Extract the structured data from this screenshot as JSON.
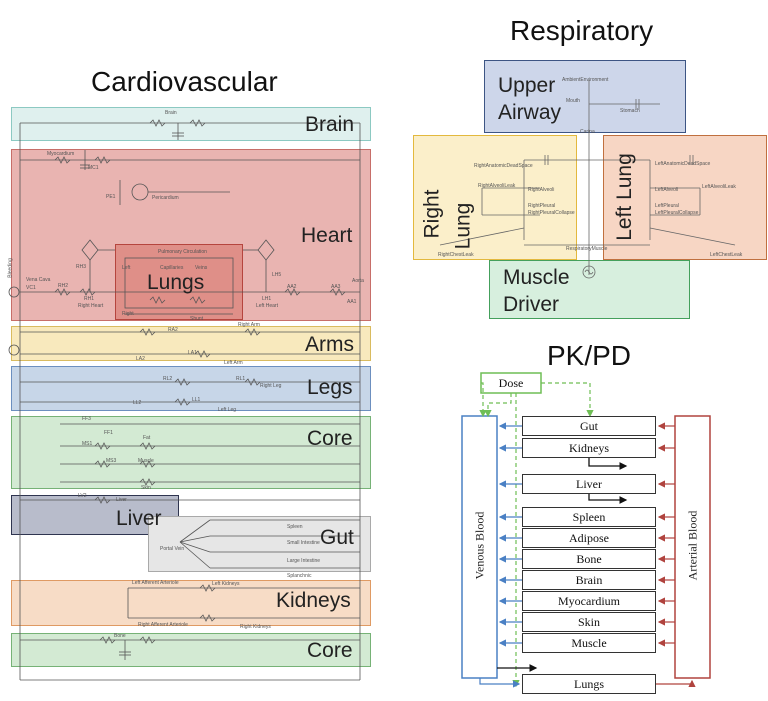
{
  "titles": {
    "cardiovascular": "Cardiovascular",
    "respiratory": "Respiratory",
    "pkpd": "PK/PD"
  },
  "cardio": {
    "regions": {
      "brain": "Brain",
      "heart": "Heart",
      "lungs": "Lungs",
      "arms": "Arms",
      "legs": "Legs",
      "core1": "Core",
      "liver": "Liver",
      "gut": "Gut",
      "kidneys": "Kidneys",
      "core2": "Core"
    },
    "small_labels": {
      "brain": "Brain",
      "myocardium": "Myocardium",
      "mc1": "MC1",
      "pe1": "PE1",
      "pericardium": "Pericardium",
      "pulmonary_circulation": "Pulmonary Circulation",
      "capillaries": "Capillaries",
      "veins": "Veins",
      "left": "Left",
      "right": "Right",
      "shunt": "Shunt",
      "rh3": "RH3",
      "rh2": "RH2",
      "rh1": "RH1",
      "right_heart": "Right Heart",
      "lh5": "LH5",
      "lh1": "LH1",
      "left_heart": "Left Heart",
      "vena_cava": "Vena Cava",
      "vc1": "VC1",
      "aa2": "AA2",
      "aa3": "AA3",
      "aa1": "AA1",
      "aorta": "Aorta",
      "bleeding": "Bleeding",
      "right_arm": "Right Arm",
      "ra2": "RA2",
      "la2": "LA2",
      "la1": "LA1",
      "left_arm": "Left Arm",
      "rl2": "RL2",
      "rl1": "RL1",
      "right_leg": "Right Leg",
      "ll2": "LL2",
      "ll1": "LL1",
      "left_leg": "Left Leg",
      "ff3": "FF3",
      "ff1": "FF1",
      "fat": "Fat",
      "ms1": "MS1",
      "ms3": "MS3",
      "muscle": "Muscle",
      "skin": "Skin",
      "lv2": "LV2",
      "liver_small": "Liver",
      "spleen": "Spleen",
      "small_intestine": "Small Intestine",
      "portal_vein": "Portal Vein",
      "large_intestine": "Large Intestine",
      "splanchnic": "Splanchnic",
      "left_afferent_arteriole": "Left Afferent Arteriole",
      "left_kidneys": "Left Kidneys",
      "right_afferent_arteriole": "Right Afferent Arteriole",
      "right_kidneys": "Right Kidneys",
      "bone": "Bone"
    }
  },
  "respiratory": {
    "upper_airway": [
      "Upper",
      "Airway"
    ],
    "right_lung": [
      "Right",
      "Lung"
    ],
    "left_lung": "Left Lung",
    "muscle_driver": [
      "Muscle",
      "Driver"
    ],
    "small_labels": {
      "ambient_environment": "AmbientEnvironment",
      "mouth": "Mouth",
      "stomach": "Stomach",
      "right_anatomic_dead_space": "RightAnatomicDeadSpace",
      "right_alveoli_leak": "RightAlveoliLeak",
      "right_alveoli": "RightAlveoli",
      "right_pleural_collapse": "RightPleuralCollapse",
      "right_pleural": "RightPleural",
      "right_chest_leak": "RightChestLeak",
      "left_anatomic_dead_space": "LeftAnatomicDeadSpace",
      "left_alveoli": "LeftAlveoli",
      "left_alveoli_leak": "LeftAlveoliLeak",
      "left_pleural_collapse": "LeftPleuralCollapse",
      "left_pleural": "LeftPleural",
      "left_chest_leak": "LeftChestLeak",
      "respiratory_muscle": "RespiratoryMuscle",
      "carina": "Carina"
    }
  },
  "pkpd": {
    "dose": "Dose",
    "venous_blood": "Venous Blood",
    "arterial_blood": "Arterial Blood",
    "organs": [
      "Gut",
      "Kidneys",
      "Liver",
      "Spleen",
      "Adipose",
      "Bone",
      "Brain",
      "Myocardium",
      "Skin",
      "Muscle"
    ],
    "lungs": "Lungs"
  },
  "colors": {
    "brain": "#dff0ee",
    "heart": "#e9b4b1",
    "lungs_box": "#df8f88",
    "arms": "#f8e9bd",
    "legs": "#c7d6e8",
    "core": "#d3ead3",
    "liver": "#b8bccb",
    "gut": "#e6e6e6",
    "kidneys": "#f7dcc6",
    "resp_upper": "#cdd6ea",
    "resp_right": "#fbefca",
    "resp_left": "#f7d6c4",
    "resp_muscle": "#d7efde",
    "venous": "#4a80c4",
    "arterial": "#b0433e",
    "dose": "#6fbe55"
  }
}
